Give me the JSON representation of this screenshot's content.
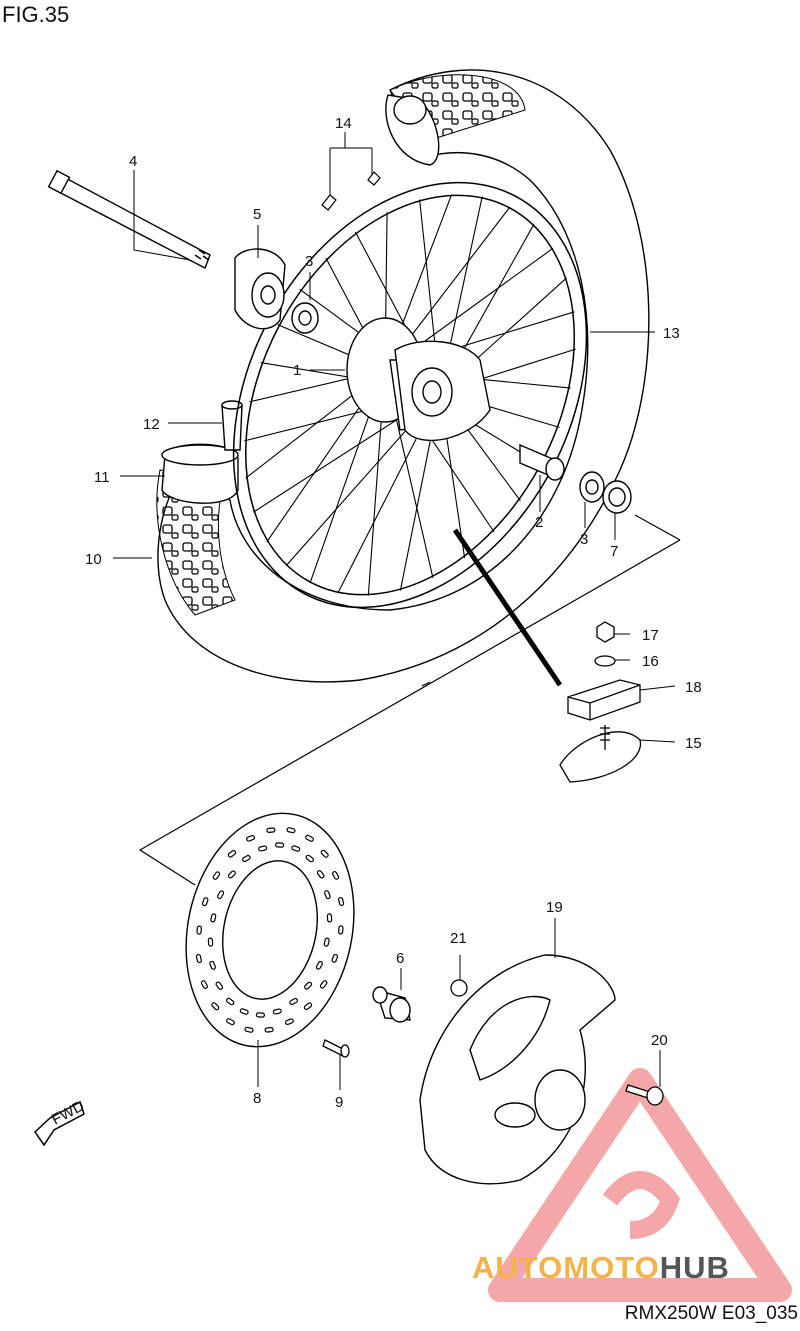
{
  "figure": {
    "title": "FIG.35",
    "code": "RMX250W E03_035"
  },
  "direction_tag": "FWD",
  "watermark": {
    "part1": "AUTOMOTO",
    "part2": "HUB",
    "color_primary": "#f4b24a",
    "color_secondary": "#555555",
    "logo_color": "#f08a8a"
  },
  "callouts": [
    "1",
    "2",
    "3",
    "3",
    "4",
    "5",
    "6",
    "7",
    "8",
    "9",
    "10",
    "11",
    "12",
    "13",
    "14",
    "15",
    "16",
    "17",
    "18",
    "19",
    "20",
    "21"
  ]
}
